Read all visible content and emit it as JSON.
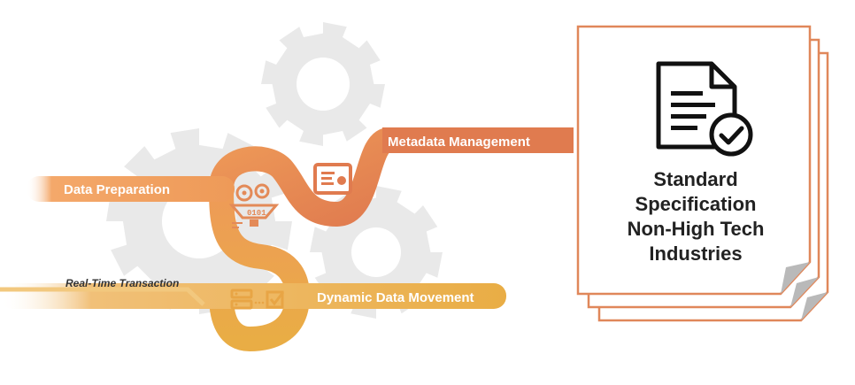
{
  "flow": {
    "stages": [
      {
        "label": "Metadata Management",
        "color": "#e07b4f",
        "icon": "certificate-icon"
      },
      {
        "label": "Data Preparation",
        "color": "#ee9a58",
        "icon": "gear-data-funnel-icon"
      },
      {
        "label": "Dynamic Data Movement",
        "color": "#e9ad45",
        "icon": "server-checklist-icon"
      }
    ],
    "input_label": "Real-Time Transaction"
  },
  "document": {
    "title_lines": [
      "Standard",
      "Specification",
      "Non-High Tech",
      "Industries"
    ],
    "icon": "document-check-icon",
    "border_color": "#e0875a",
    "fold_color": "#b9b9b9"
  },
  "background": {
    "gear_color": "#e9e9e9"
  },
  "colors": {
    "metadata": "#e07b4f",
    "preparation": "#ee9a58",
    "movement": "#e9ad45",
    "text_dark": "#222222"
  }
}
